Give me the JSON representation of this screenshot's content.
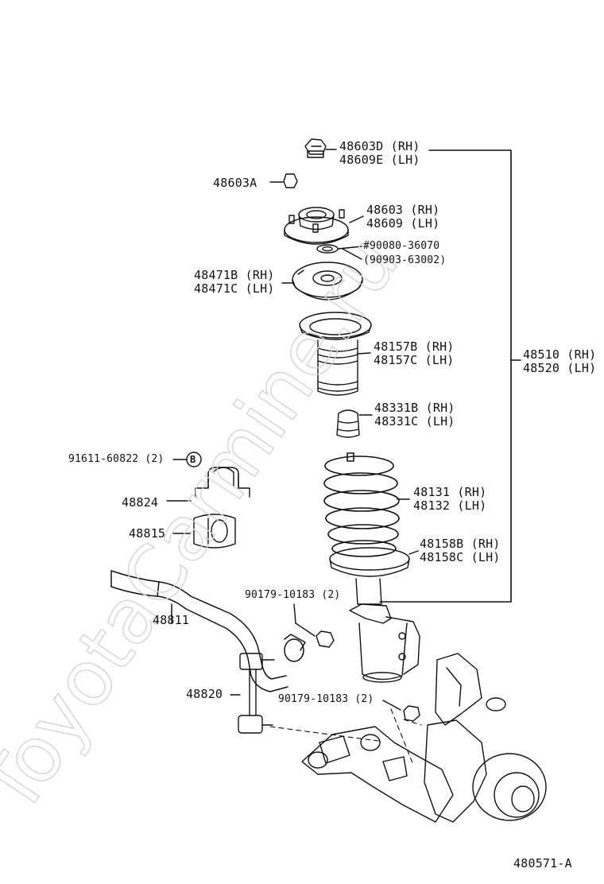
{
  "watermark": "ToyotaCarmine.ru",
  "diagram_id": "480571-A",
  "labels": {
    "l48603D": "48603D (RH)",
    "l48609E": "48609E (LH)",
    "l48603A": "48603A",
    "l48603": "48603 (RH)",
    "l48609": "48609 (LH)",
    "l90080": "#90080-36070",
    "l90903": "(90903-63002)",
    "l48471B": "48471B (RH)",
    "l48471C": "48471C (LH)",
    "l48157B": "48157B (RH)",
    "l48157C": "48157C (LH)",
    "l48331B": "48331B (RH)",
    "l48331C": "48331C (LH)",
    "l48510": "48510 (RH)",
    "l48520": "48520 (LH)",
    "l91611": "91611-60822 (2)",
    "l91611_ref": "B",
    "l48824": "48824",
    "l48815": "48815",
    "l48131": "48131 (RH)",
    "l48132": "48132 (LH)",
    "l48158B": "48158B (RH)",
    "l48158C": "48158C (LH)",
    "l90179a": "90179-10183 (2)",
    "l48811": "48811",
    "l48820": "48820",
    "l90179b": "90179-10183 (2)"
  }
}
